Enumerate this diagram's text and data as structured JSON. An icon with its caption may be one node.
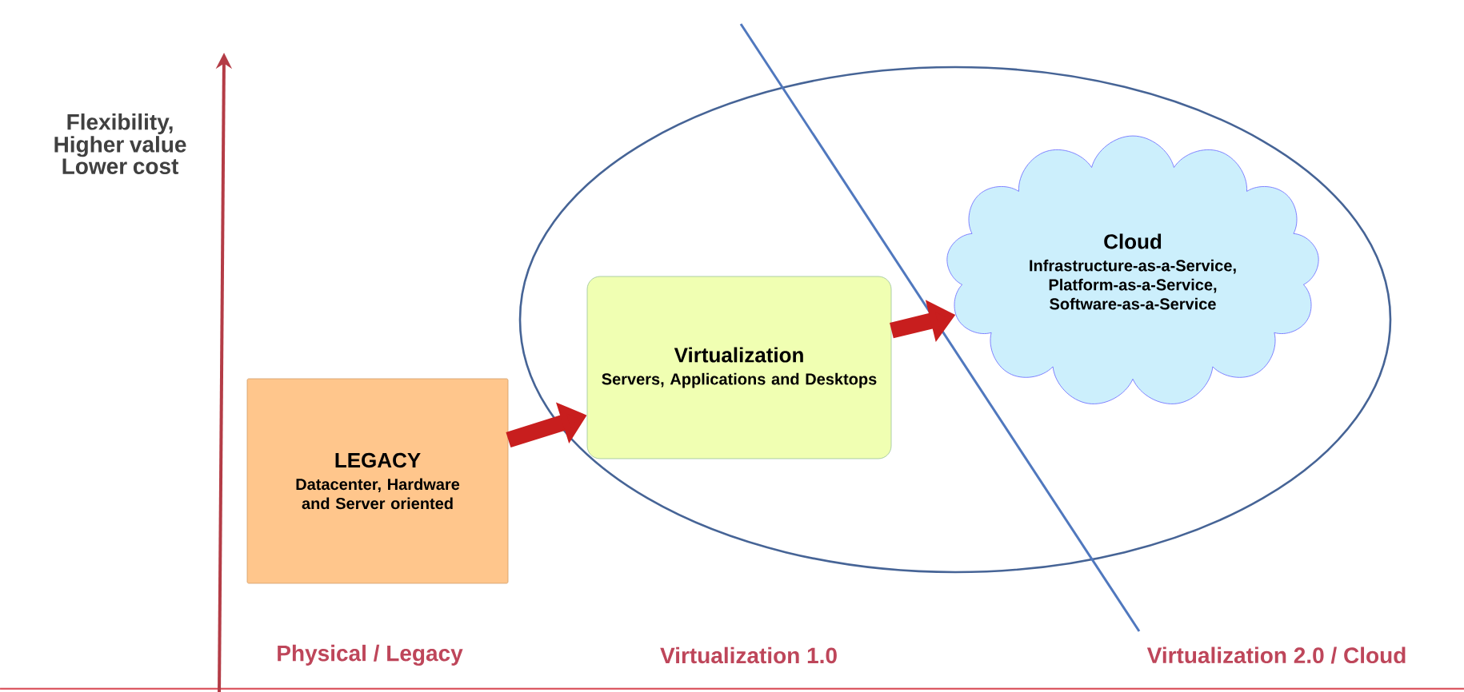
{
  "diagram": {
    "nodes": [
      {
        "text": [
          "LEGACY",
          "Datacenter, Hardware and Server oriented"
        ]
      },
      {
        "text": [
          "Virtualization",
          "Servers, Applications and Desktops"
        ]
      },
      {
        "text": [
          "Cloud",
          "Infrastructure-as-a-Service, Platform-as-a-Service, Software-as-a-Service"
        ]
      }
    ],
    "edges": [
      {
        "from": 0,
        "to": 1,
        "arrow": "to"
      },
      {
        "from": 1,
        "to": 2,
        "arrow": "to"
      }
    ],
    "labels": [
      "Flexibility, Higher value Lower cost",
      "Physical / Legacy",
      "Virtualization 1.0",
      "Virtualization 2.0 / Cloud"
    ]
  }
}
